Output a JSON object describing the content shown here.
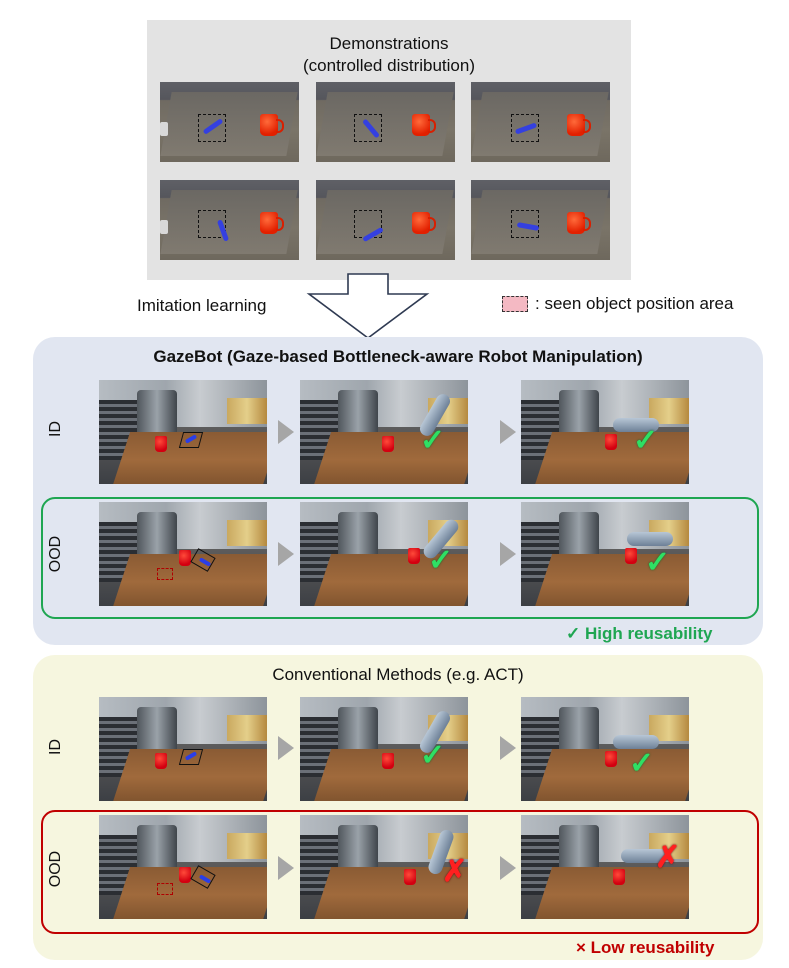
{
  "demonstrations": {
    "title_line1": "Demonstrations",
    "title_line2": "(controlled distribution)"
  },
  "arrow_label": "Imitation learning",
  "legend": {
    "seen_area": ": seen object position area"
  },
  "gazebot": {
    "title": "GazeBot (Gaze-based Bottleneck-aware Robot Manipulation)",
    "row_id": "ID",
    "row_ood": "OOD",
    "result": "✓ High reusability"
  },
  "conventional": {
    "title": "Conventional Methods (e.g. ACT)",
    "row_id": "ID",
    "row_ood": "OOD",
    "result": "× Low reusability"
  },
  "colors": {
    "success": "#1fa652",
    "failure": "#c00000",
    "gazebot_bg": "#e1e6f1",
    "conventional_bg": "#f6f6df"
  }
}
